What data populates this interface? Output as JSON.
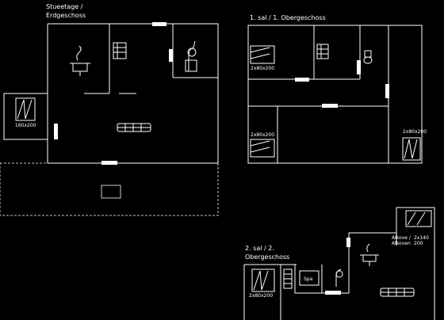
{
  "floors": {
    "ground": {
      "title_line1": "Stueetage /",
      "title_line2": "Erdgeschoss"
    },
    "first": {
      "title": "1. sal / 1. Obergeschoss"
    },
    "second": {
      "title_line1": "2. sal / 2.",
      "title_line2": "Obergeschoss"
    }
  },
  "bed_labels": {
    "ground_single": "160x200",
    "first_top": "2x80x200",
    "first_bottom": "2x80x200",
    "first_right": "2x80x200",
    "second_left": "2x80x200",
    "second_alcove_line1": "Alkove /",
    "second_alcove_line2": "Alkoven",
    "second_alcove_size_line1": "2x140",
    "second_alcove_size_line2": "200"
  },
  "spa_label": "Spa",
  "icons": {
    "kitchen": "stove-icon",
    "wc": "toilet-icon",
    "bath": "shower-icon",
    "sofa": "sofa-icon",
    "bed": "bed-icon",
    "shelf": "shelf-icon"
  }
}
